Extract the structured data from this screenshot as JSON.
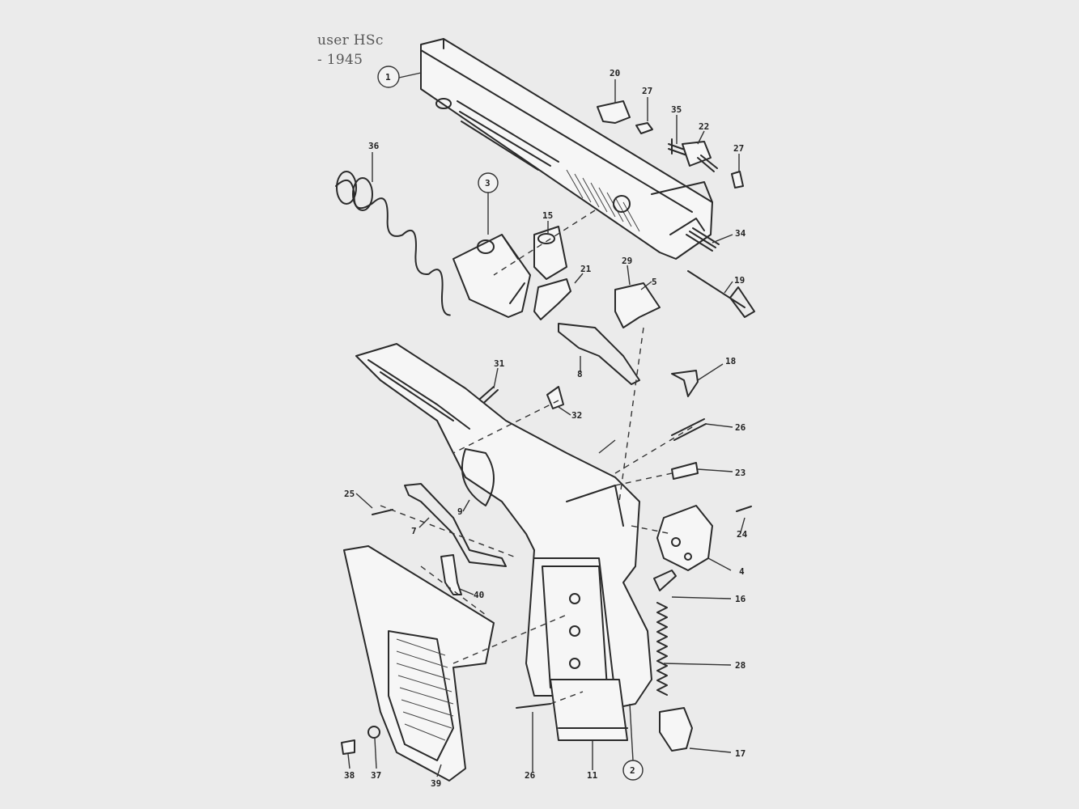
{
  "title": {
    "line1": "user HSc",
    "line2": "- 1945"
  },
  "part_labels": [
    "1",
    "2",
    "3",
    "4",
    "5",
    "7",
    "8",
    "9",
    "11",
    "15",
    "16",
    "17",
    "18",
    "19",
    "20",
    "21",
    "22",
    "23",
    "24",
    "25",
    "26",
    "27",
    "28",
    "29",
    "31",
    "32",
    "34",
    "35",
    "36",
    "37",
    "38",
    "39",
    "40"
  ]
}
